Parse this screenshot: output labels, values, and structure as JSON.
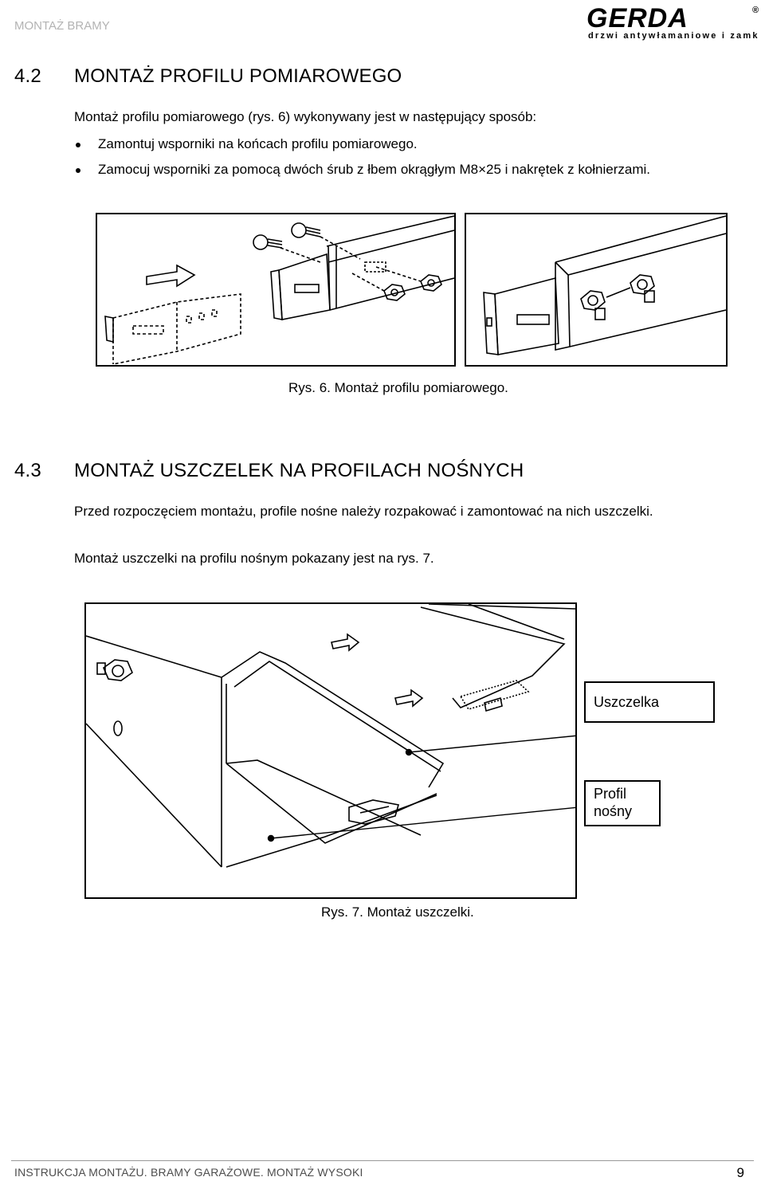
{
  "header": {
    "running_head": "MONTAŻ BRAMY",
    "logo": {
      "brand": "GERDA",
      "tagline": "drzwi antywłamaniowe i zamki",
      "mark": "®"
    }
  },
  "section_42": {
    "number": "4.2",
    "title": "MONTAŻ PROFILU POMIAROWEGO",
    "intro": "Montaż profilu pomiarowego (rys. 6) wykonywany jest w następujący sposób:",
    "bullets": [
      "Zamontuj wsporniki na końcach profilu pomiarowego.",
      "Zamocuj wsporniki za pomocą dwóch śrub z łbem okrągłym M8×25 i nakrętek z kołnierzami."
    ],
    "figure_caption": "Rys. 6. Montaż profilu pomiarowego."
  },
  "section_43": {
    "number": "4.3",
    "title": "MONTAŻ USZCZELEK NA PROFILACH NOŚNYCH",
    "paragraph1": "Przed rozpoczęciem montażu, profile nośne należy rozpakować i zamontować na nich uszczelki.",
    "paragraph2": "Montaż uszczelki na profilu nośnym pokazany jest na rys. 7.",
    "callouts": {
      "seal": "Uszczelka",
      "profile_line1": "Profil",
      "profile_line2": "nośny"
    },
    "figure_caption": "Rys. 7. Montaż uszczelki."
  },
  "footer": {
    "title": "INSTRUKCJA MONTAŻU. BRAMY GARAŻOWE. MONTAŻ WYSOKI",
    "page": "9"
  }
}
